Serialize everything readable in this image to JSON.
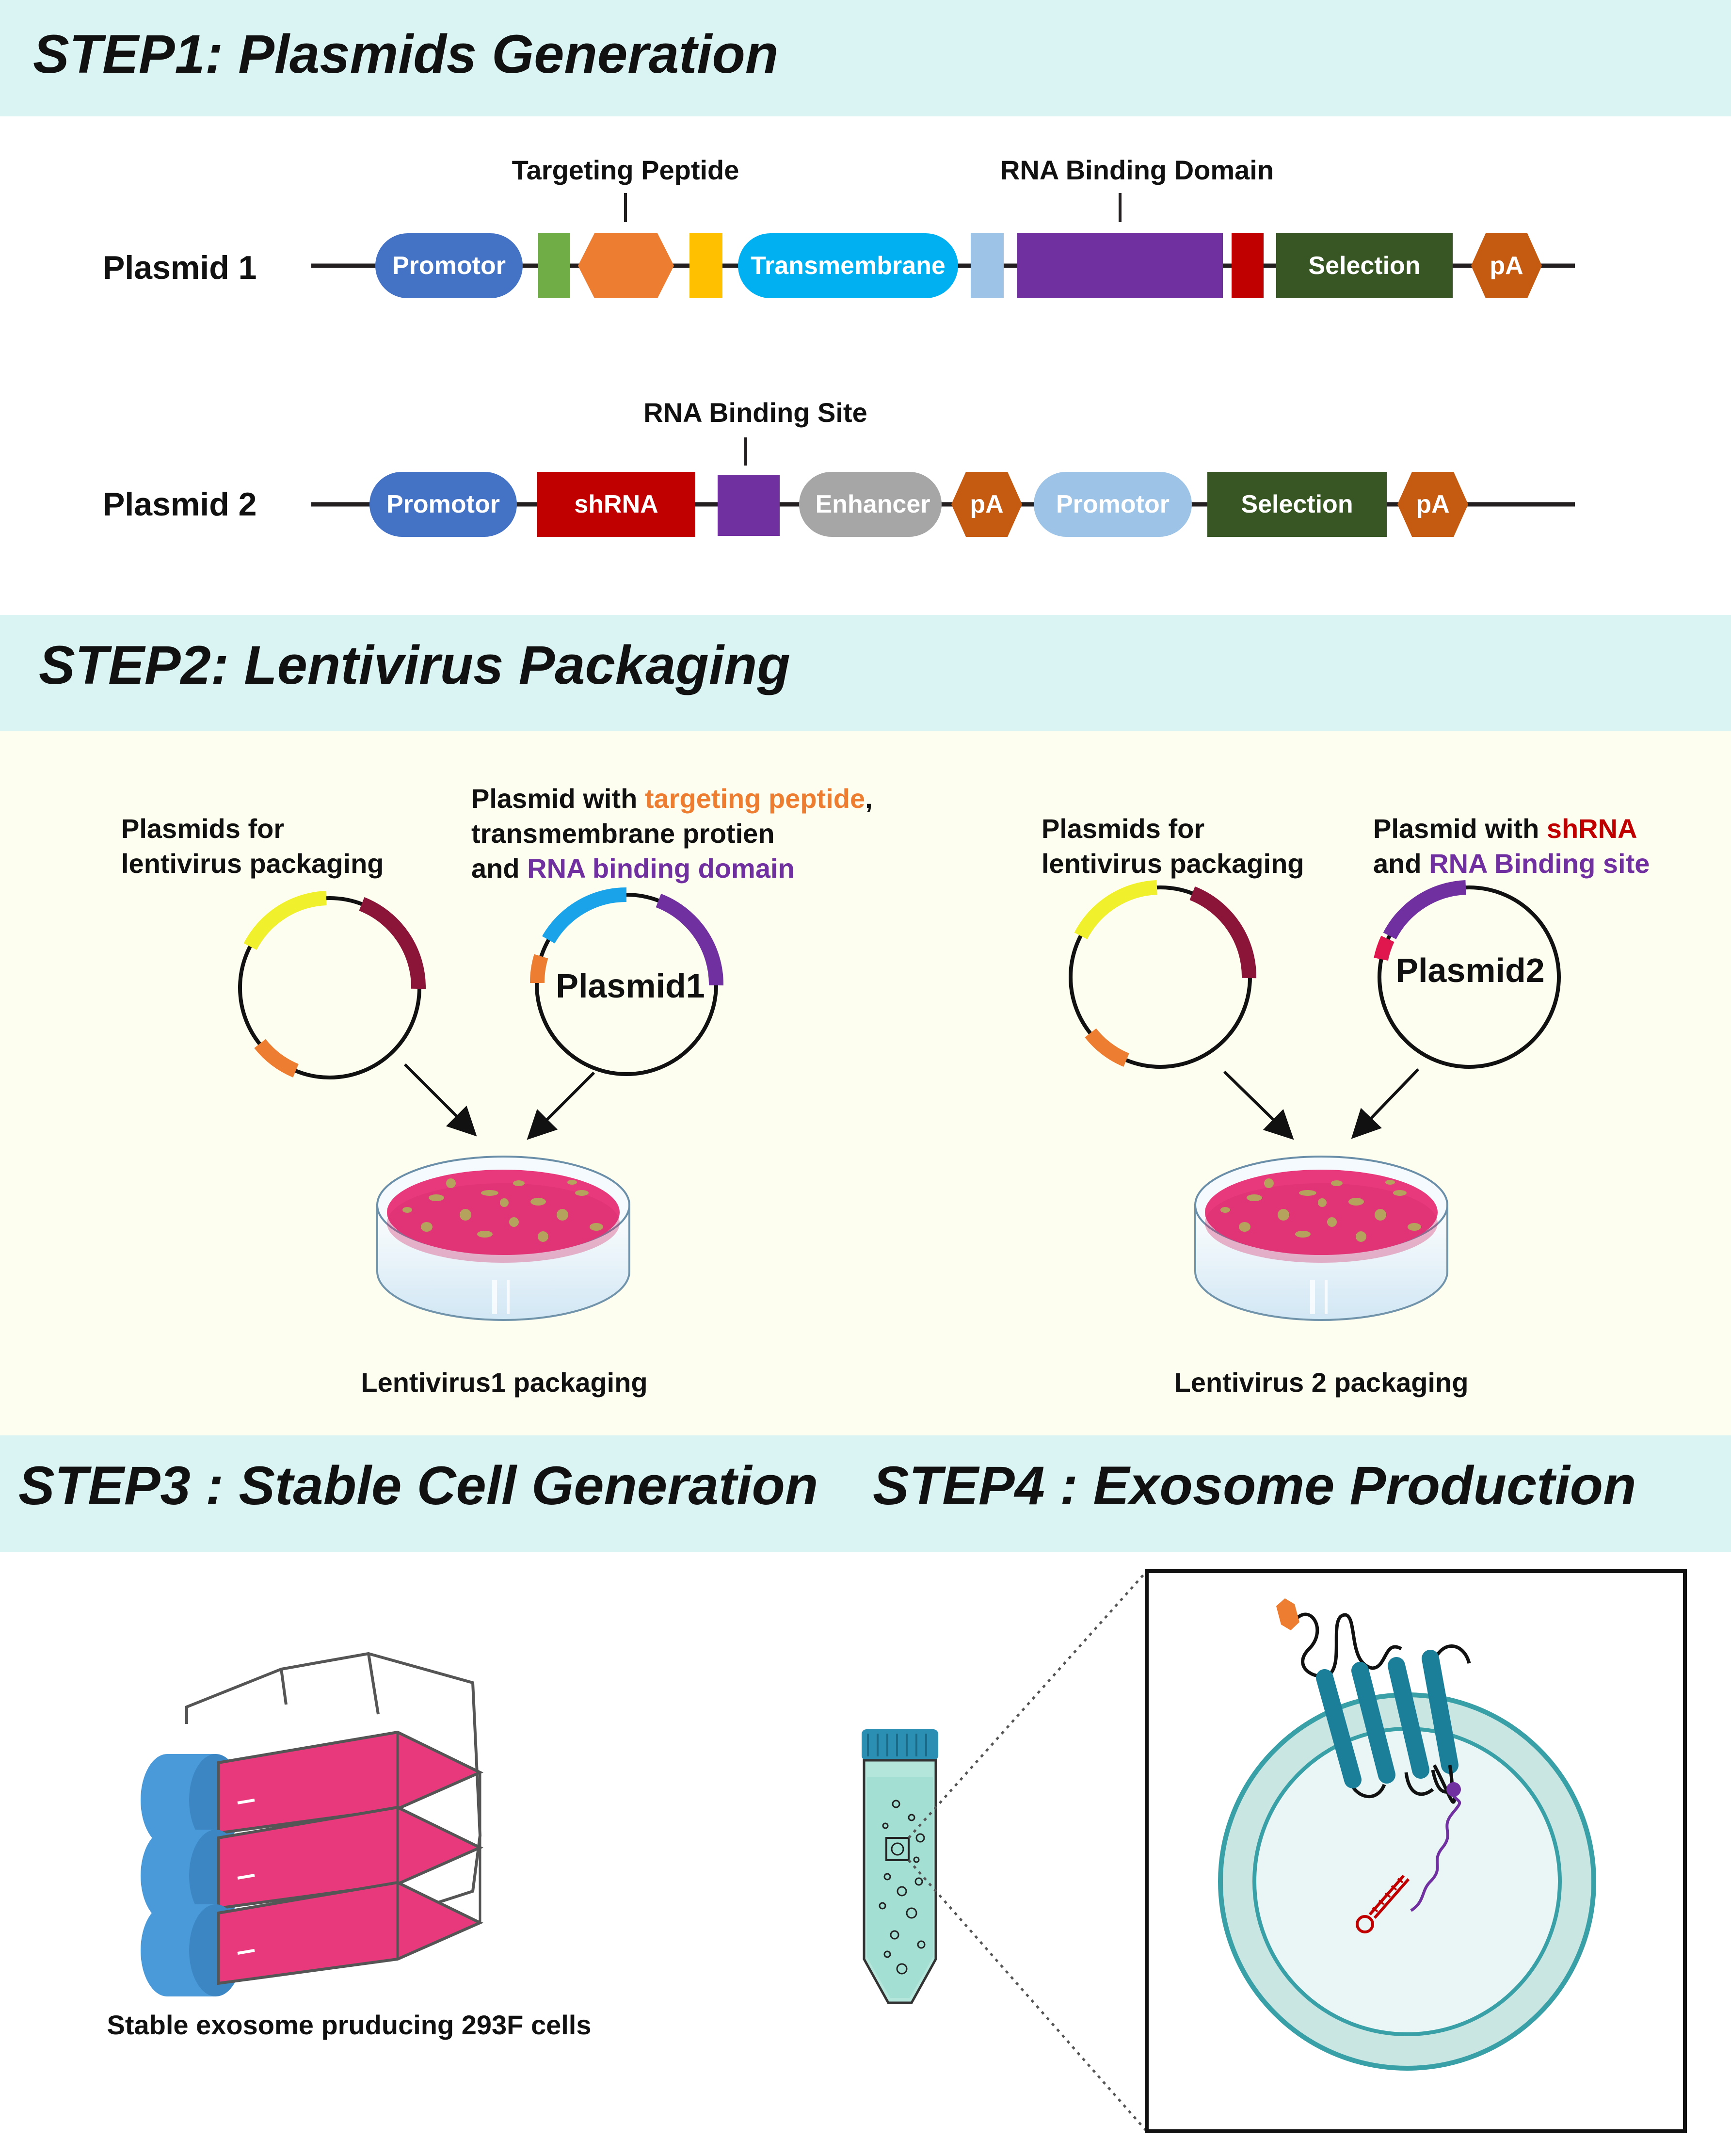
{
  "steps": {
    "step1": "STEP1: Plasmids Generation",
    "step2": "STEP2: Lentivirus Packaging",
    "step3": "STEP3 : Stable Cell Generation",
    "step4": "STEP4 : Exosome Production"
  },
  "plasmid1": {
    "name": "Plasmid 1",
    "callout_targeting": "Targeting Peptide",
    "callout_rbd": "RNA Binding Domain",
    "promotor": "Promotor",
    "transmembrane": "Transmembrane",
    "selection": "Selection",
    "pa": "pA"
  },
  "plasmid2": {
    "name": "Plasmid 2",
    "callout_rbs": "RNA Binding Site",
    "promotor1": "Promotor",
    "shrna": "shRNA",
    "enhancer": "Enhancer",
    "pa1": "pA",
    "promotor2": "Promotor",
    "selection": "Selection",
    "pa2": "pA"
  },
  "packaging1": {
    "helper_line1": "Plasmids for",
    "helper_line2": "lentivirus packaging",
    "l1_prefix": "Plasmid with ",
    "l1_colored": "targeting peptide",
    "l1_suffix": ",",
    "l2_colored": "transmembrane protien",
    "l3_prefix": "and ",
    "l3_colored": "RNA binding domain",
    "plasmid_name": "Plasmid1",
    "caption": "Lentivirus1 packaging"
  },
  "packaging2": {
    "helper_line1": "Plasmids for",
    "helper_line2": "lentivirus packaging",
    "l1_prefix": "Plasmid with ",
    "l1_colored": "shRNA",
    "l2_prefix": "and ",
    "l2_colored": "RNA Binding site",
    "plasmid_name": "Plasmid2",
    "caption": "Lentivirus 2 packaging"
  },
  "step3_caption": "Stable exosome pruducing 293F cells",
  "colors": {
    "header_band": "#daf4f3",
    "step2_band": "#fefef0",
    "promotor": "#4472c4",
    "promotor_light": "#9dc3e6",
    "green": "#70ad47",
    "orange": "#ed7d31",
    "yellow": "#ffc000",
    "transmembrane": "#00b0f0",
    "purple": "#7030a0",
    "red": "#c00000",
    "selection": "#375623",
    "pa": "#c55a11",
    "enhancer": "#a6a6a6",
    "shrna": "#c00000",
    "text_targeting": "#ed7d31",
    "text_transmembrane": "#1aa3e8",
    "text_purple": "#7030a0",
    "text_red": "#c00000",
    "pink": "#e8397d",
    "flask_blue": "#4a9ad9",
    "teal": "#1b7f99"
  }
}
